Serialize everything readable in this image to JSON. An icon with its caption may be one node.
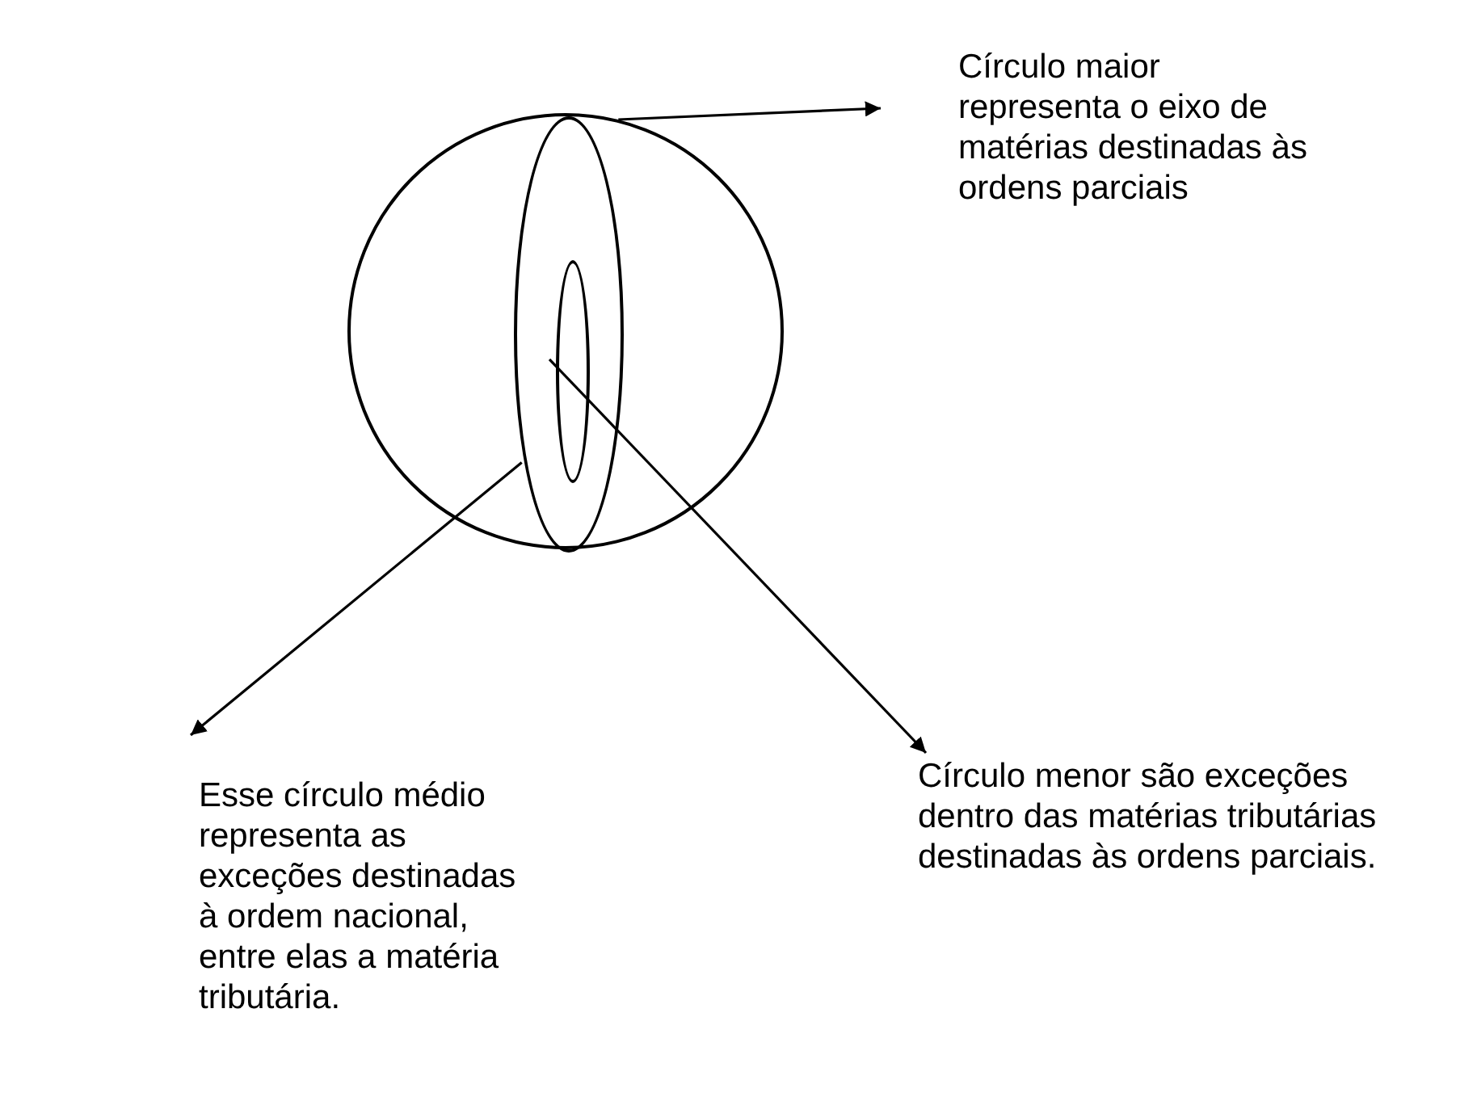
{
  "diagram": {
    "nodes": [
      {
        "text": [],
        "shape": "circle"
      },
      {
        "text": [],
        "shape": "ellipse",
        "in": 0
      },
      {
        "text": [],
        "shape": "ellipse",
        "in": 1
      },
      {
        "text": [
          "Círculo maior representa o eixo de matérias destinadas às ordens parciais"
        ]
      },
      {
        "text": [
          "Esse círculo médio representa as exceções destinadas à ordem nacional, entre elas a matéria tributária."
        ]
      },
      {
        "text": [
          "Círculo menor são exceções dentro das matérias tributárias destinadas às ordens parciais."
        ]
      }
    ],
    "edges": [
      {
        "from": 0,
        "to": 3,
        "arrow": "to"
      },
      {
        "from": 1,
        "to": 4,
        "arrow": "to"
      },
      {
        "from": 2,
        "to": 5,
        "arrow": "to"
      }
    ]
  }
}
